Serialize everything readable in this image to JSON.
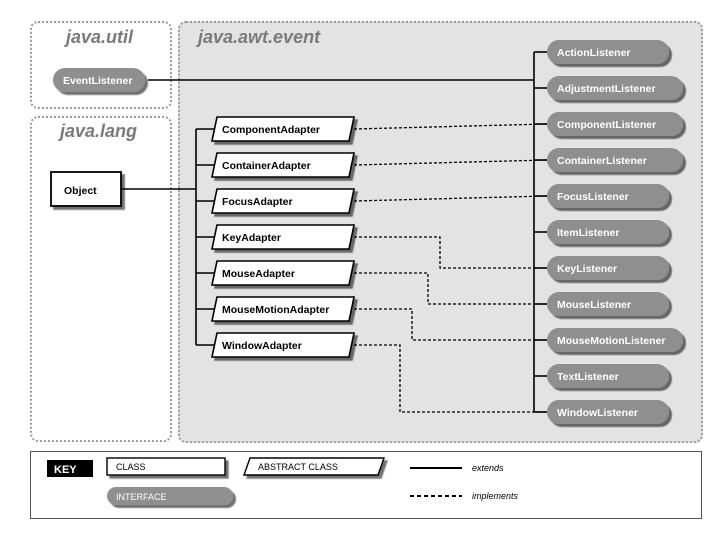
{
  "packages": {
    "util": "java.util",
    "lang": "java.lang",
    "awt_event": "java.awt.event"
  },
  "util_interface": "EventListener",
  "base_class": "Object",
  "adapters": [
    "ComponentAdapter",
    "ContainerAdapter",
    "FocusAdapter",
    "KeyAdapter",
    "MouseAdapter",
    "MouseMotionAdapter",
    "WindowAdapter"
  ],
  "listeners": [
    "ActionListener",
    "AdjustmentListener",
    "ComponentListener",
    "ContainerListener",
    "FocusListener",
    "ItemListener",
    "KeyListener",
    "MouseListener",
    "MouseMotionListener",
    "TextListener",
    "WindowListener"
  ],
  "key": {
    "title": "KEY",
    "class_label": "CLASS",
    "abstract_label": "ABSTRACT CLASS",
    "interface_label": "INTERFACE",
    "extends_label": "extends",
    "implements_label": "implements"
  }
}
